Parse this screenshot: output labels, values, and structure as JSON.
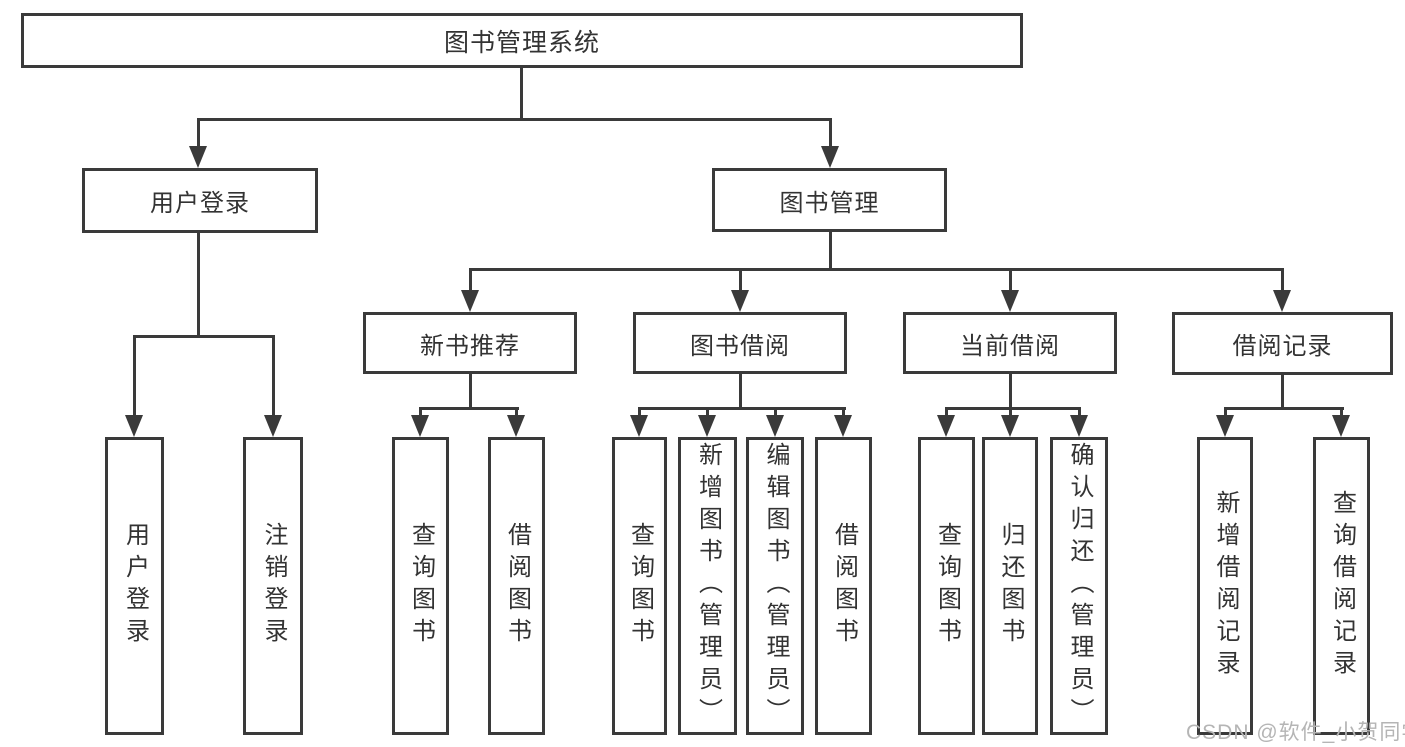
{
  "diagram": {
    "title": "图书管理系统",
    "watermark": "CSDN @软件_小贺同学",
    "colors": {
      "line": "#3a3a3a",
      "text": "#333333",
      "watermark": "#b5b5b5",
      "background": "#ffffff"
    },
    "nodes": [
      {
        "id": "root",
        "label": "图书管理系统",
        "level": 1,
        "orientation": "horizontal"
      },
      {
        "id": "user-login",
        "label": "用户登录",
        "level": 2,
        "orientation": "horizontal"
      },
      {
        "id": "book-mgmt",
        "label": "图书管理",
        "level": 2,
        "orientation": "horizontal"
      },
      {
        "id": "new-book-rec",
        "label": "新书推荐",
        "level": 3,
        "orientation": "horizontal"
      },
      {
        "id": "book-borrow",
        "label": "图书借阅",
        "level": 3,
        "orientation": "horizontal"
      },
      {
        "id": "current-borrow",
        "label": "当前借阅",
        "level": 3,
        "orientation": "horizontal"
      },
      {
        "id": "borrow-records",
        "label": "借阅记录",
        "level": 3,
        "orientation": "horizontal"
      },
      {
        "id": "ul-login",
        "label": "用户登录",
        "level": 4,
        "orientation": "vertical"
      },
      {
        "id": "ul-logout",
        "label": "注销登录",
        "level": 4,
        "orientation": "vertical"
      },
      {
        "id": "nb-query",
        "label": "查询图书",
        "level": 4,
        "orientation": "vertical"
      },
      {
        "id": "nb-borrow",
        "label": "借阅图书",
        "level": 4,
        "orientation": "vertical"
      },
      {
        "id": "bb-query",
        "label": "查询图书",
        "level": 4,
        "orientation": "vertical"
      },
      {
        "id": "bb-add",
        "label": "新增图书（管理员）",
        "level": 4,
        "orientation": "vertical"
      },
      {
        "id": "bb-edit",
        "label": "编辑图书（管理员）",
        "level": 4,
        "orientation": "vertical"
      },
      {
        "id": "bb-borrow",
        "label": "借阅图书",
        "level": 4,
        "orientation": "vertical"
      },
      {
        "id": "cb-query",
        "label": "查询图书",
        "level": 4,
        "orientation": "vertical"
      },
      {
        "id": "cb-return",
        "label": "归还图书",
        "level": 4,
        "orientation": "vertical"
      },
      {
        "id": "cb-confirm",
        "label": "确认归还（管理员）",
        "level": 4,
        "orientation": "vertical"
      },
      {
        "id": "br-add",
        "label": "新增借阅记录",
        "level": 4,
        "orientation": "vertical"
      },
      {
        "id": "br-query",
        "label": "查询借阅记录",
        "level": 4,
        "orientation": "vertical"
      }
    ],
    "edges": [
      [
        "root",
        "user-login"
      ],
      [
        "root",
        "book-mgmt"
      ],
      [
        "user-login",
        "ul-login"
      ],
      [
        "user-login",
        "ul-logout"
      ],
      [
        "book-mgmt",
        "new-book-rec"
      ],
      [
        "book-mgmt",
        "book-borrow"
      ],
      [
        "book-mgmt",
        "current-borrow"
      ],
      [
        "book-mgmt",
        "borrow-records"
      ],
      [
        "new-book-rec",
        "nb-query"
      ],
      [
        "new-book-rec",
        "nb-borrow"
      ],
      [
        "book-borrow",
        "bb-query"
      ],
      [
        "book-borrow",
        "bb-add"
      ],
      [
        "book-borrow",
        "bb-edit"
      ],
      [
        "book-borrow",
        "bb-borrow"
      ],
      [
        "current-borrow",
        "cb-query"
      ],
      [
        "current-borrow",
        "cb-return"
      ],
      [
        "current-borrow",
        "cb-confirm"
      ],
      [
        "borrow-records",
        "br-add"
      ],
      [
        "borrow-records",
        "br-query"
      ]
    ]
  }
}
